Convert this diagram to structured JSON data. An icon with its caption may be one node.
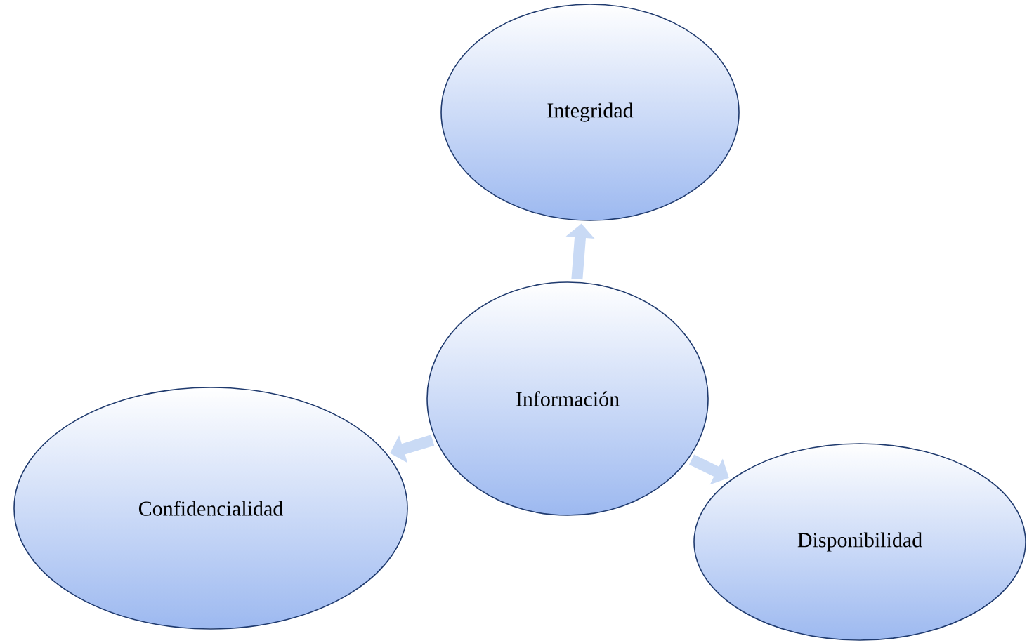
{
  "diagram": {
    "nodes": [
      {
        "text": [
          "Integridad"
        ]
      },
      {
        "text": [
          "Información"
        ]
      },
      {
        "text": [
          "Confidencialidad"
        ]
      },
      {
        "text": [
          "Disponibilidad"
        ]
      }
    ],
    "edges": [
      {
        "from": 1,
        "to": 0,
        "arrow": "to"
      },
      {
        "from": 1,
        "to": 2,
        "arrow": "to"
      },
      {
        "from": 1,
        "to": 3,
        "arrow": "to"
      }
    ]
  }
}
